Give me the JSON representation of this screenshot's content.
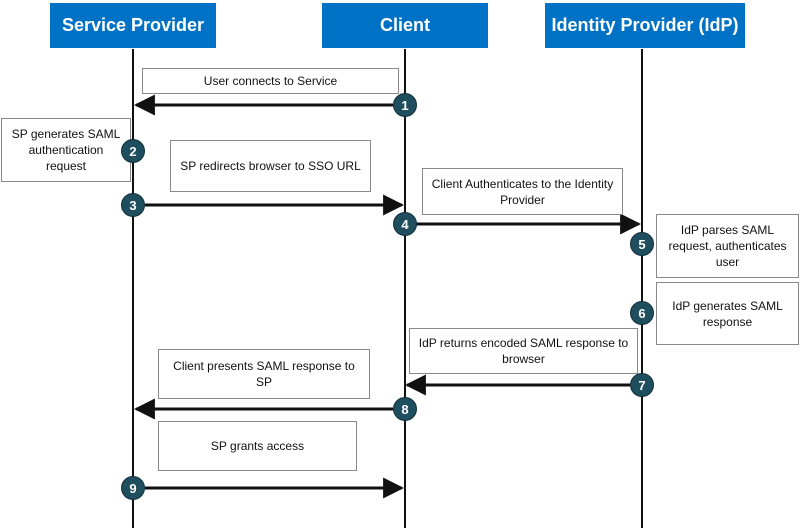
{
  "colors": {
    "header_fill": "#0072c6",
    "step_fill": "#1f4e5f",
    "arrow": "#111111"
  },
  "participants": {
    "sp": "Service Provider",
    "client": "Client",
    "idp": "Identity Provider (IdP)"
  },
  "notes": {
    "n1": "User connects to Service",
    "n2": "SP generates SAML authentication request",
    "n3": "SP redirects browser to SSO URL",
    "n4": "Client Authenticates to the Identity Provider",
    "n5": "IdP parses SAML request, authenticates user",
    "n6": "IdP generates SAML response",
    "n7": "IdP returns encoded SAML response to browser",
    "n8": "Client presents SAML response to SP",
    "n9": "SP grants access"
  },
  "steps": [
    "1",
    "2",
    "3",
    "4",
    "5",
    "6",
    "7",
    "8",
    "9"
  ]
}
